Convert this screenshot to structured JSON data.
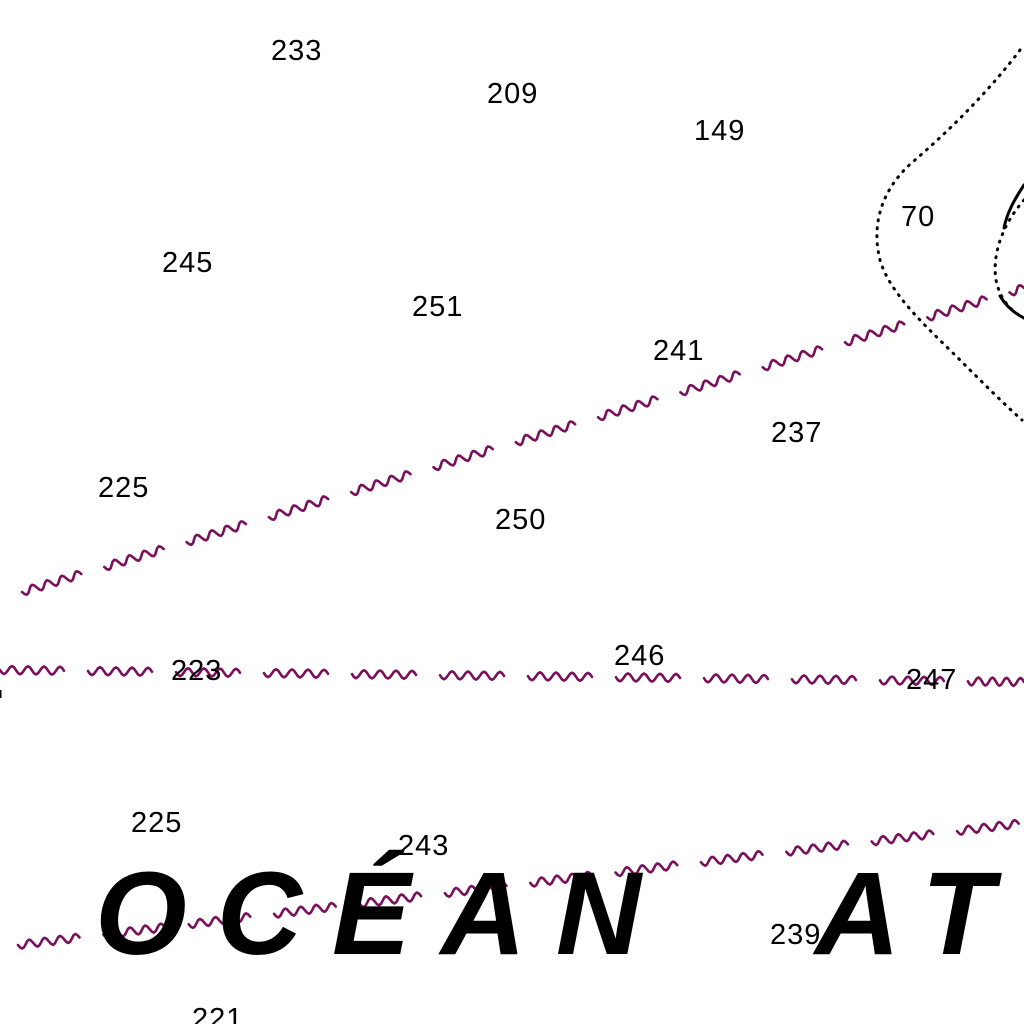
{
  "map": {
    "colors": {
      "cable": "#7a0f5c",
      "ink": "#000000",
      "background": "#ffffff"
    },
    "area_name": {
      "word1": "OCÉAN",
      "word2": "AT"
    },
    "soundings": [
      {
        "id": "s233",
        "label": "233"
      },
      {
        "id": "s209",
        "label": "209"
      },
      {
        "id": "s149",
        "label": "149"
      },
      {
        "id": "s70",
        "label": "70"
      },
      {
        "id": "s245",
        "label": "245"
      },
      {
        "id": "s251",
        "label": "251"
      },
      {
        "id": "s241",
        "label": "241"
      },
      {
        "id": "s237",
        "label": "237"
      },
      {
        "id": "s225a",
        "label": "225"
      },
      {
        "id": "s250",
        "label": "250"
      },
      {
        "id": "s223",
        "label": "223"
      },
      {
        "id": "s246",
        "label": "246"
      },
      {
        "id": "s247",
        "label": "247"
      },
      {
        "id": "s225b",
        "label": "225"
      },
      {
        "id": "s243",
        "label": "243"
      },
      {
        "id": "s239",
        "label": "239"
      },
      {
        "id": "s221",
        "label": "221"
      }
    ],
    "symbols": {
      "cable_line": "submarine-cable-wavy-line",
      "depth_contour": "dotted-depth-contour",
      "shoal_outline": "shoal-outline-curve"
    }
  }
}
